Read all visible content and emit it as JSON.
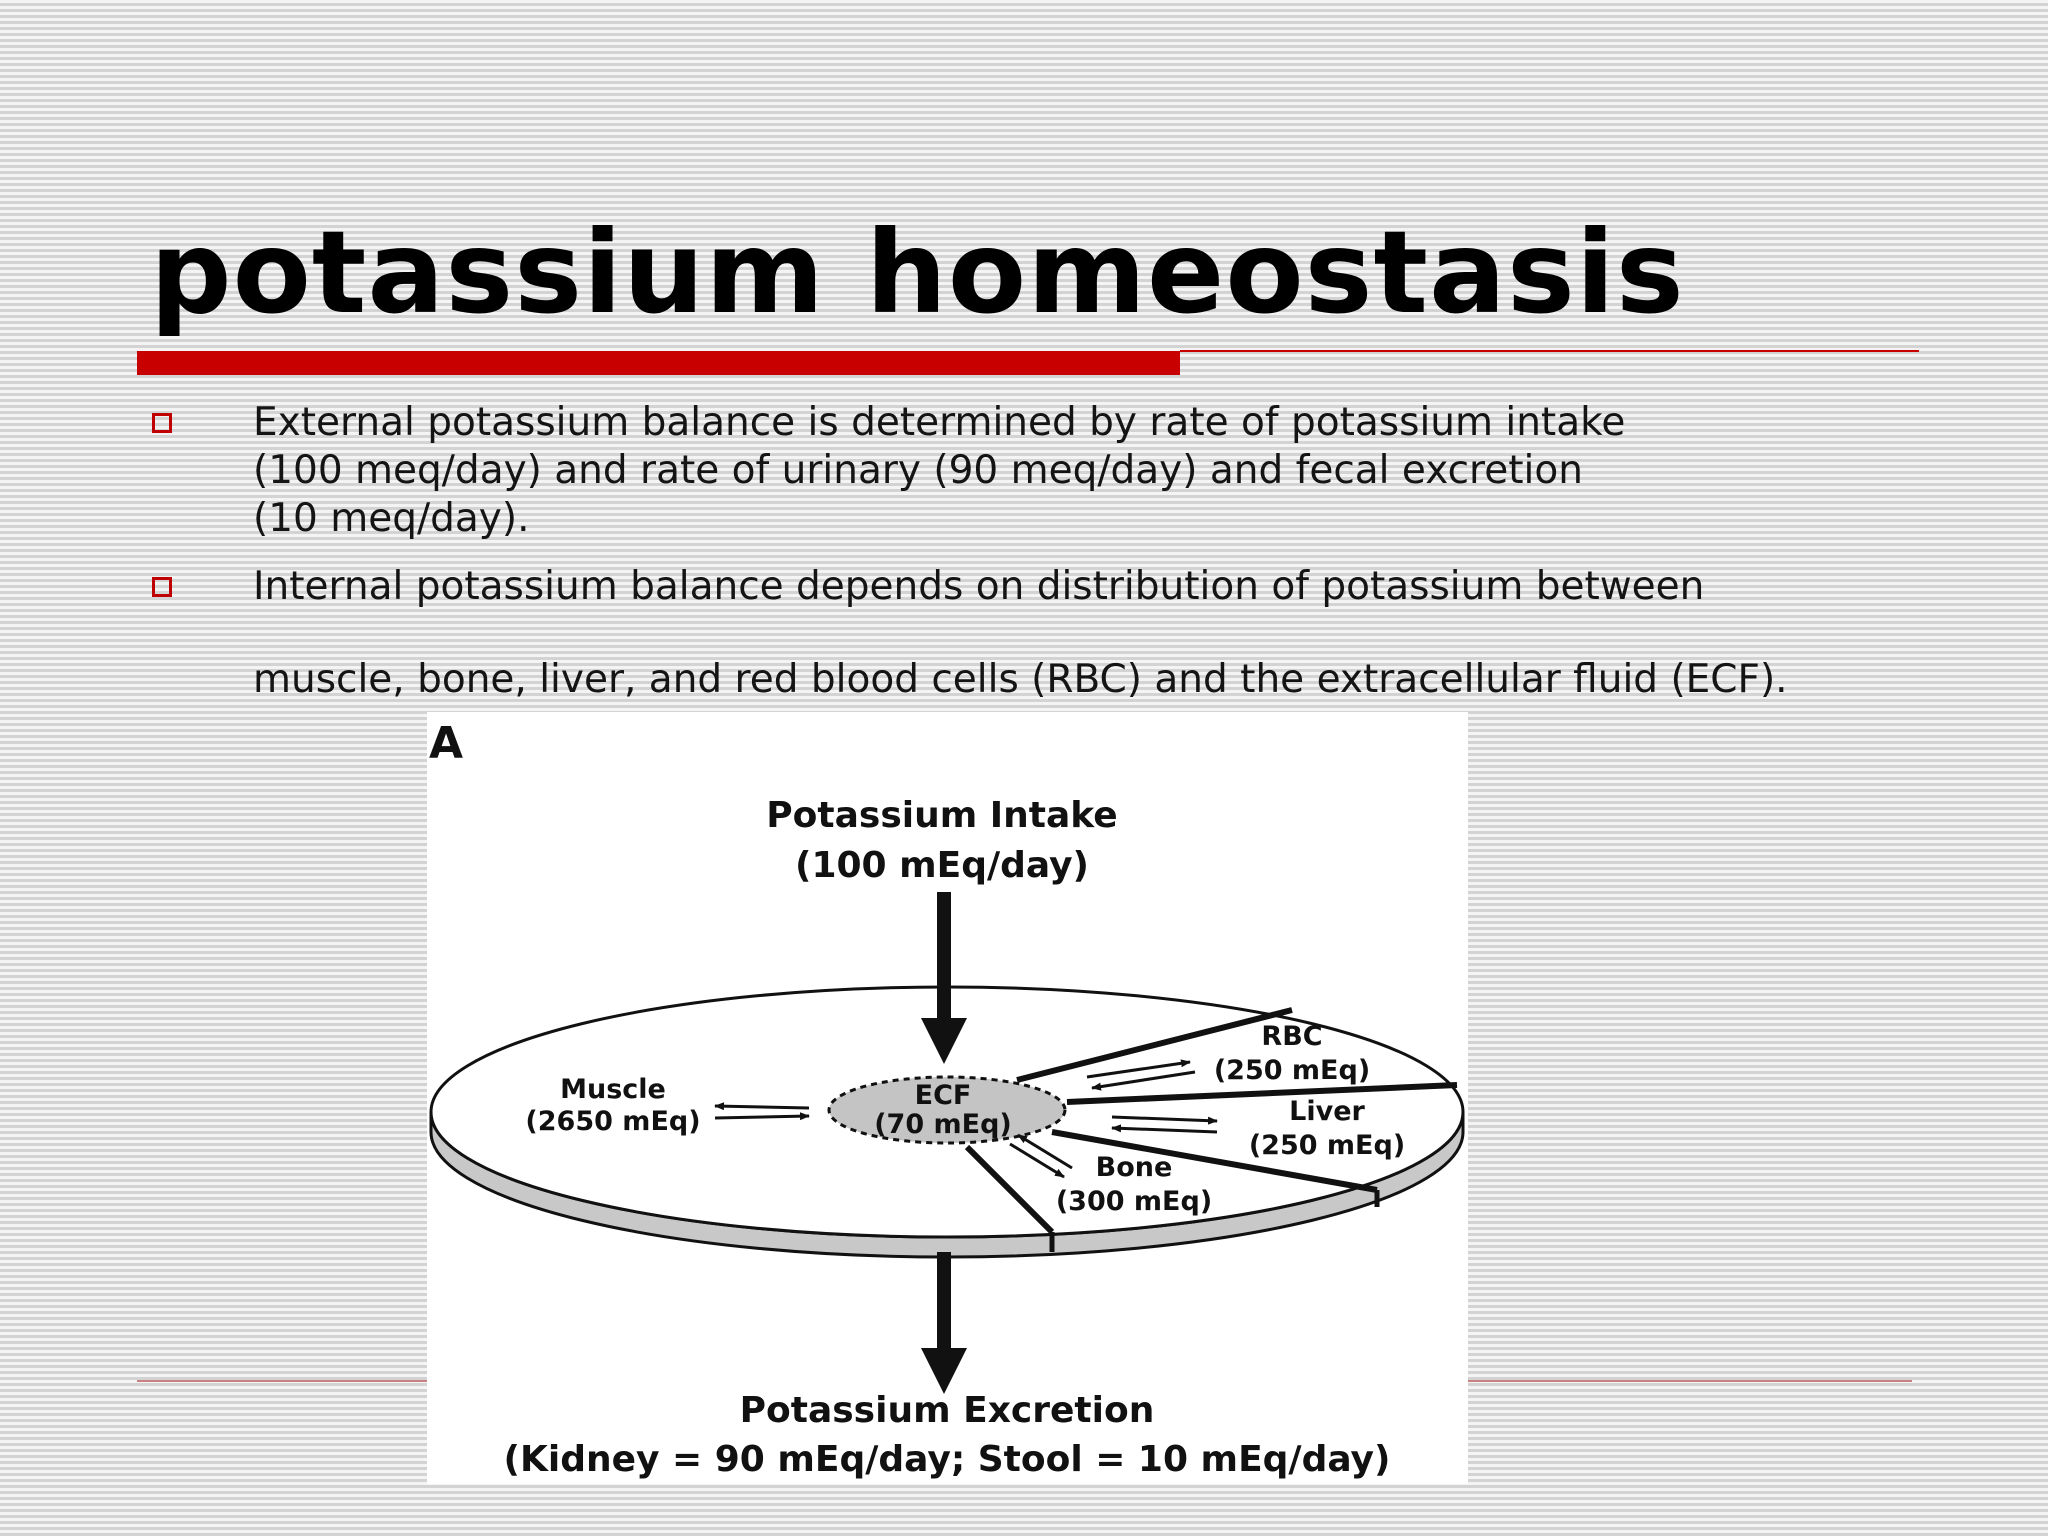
{
  "slide": {
    "title": "potassium homeostasis",
    "bullets": [
      {
        "lines": [
          "External potassium balance is determined by rate of potassium intake",
          "(100 meq/day) and rate of urinary (90 meq/day) and fecal excretion",
          "(10 meq/day)."
        ]
      },
      {
        "lines": [
          "Internal potassium balance depends on distribution of potassium between",
          "muscle, bone, liver, and red blood cells (RBC) and the extracellular fluid (ECF)."
        ]
      }
    ]
  },
  "figure": {
    "panel_letter": "A",
    "intake": {
      "label": "Potassium Intake",
      "value": "(100 mEq/day)"
    },
    "excretion": {
      "label": "Potassium Excretion",
      "value": "(Kidney = 90 mEq/day; Stool = 10 mEq/day)"
    },
    "ecf": {
      "label": "ECF",
      "value": "(70 mEq)"
    },
    "compartments": [
      {
        "label": "Muscle",
        "value": "(2650 mEq)"
      },
      {
        "label": "RBC",
        "value": "(250 mEq)"
      },
      {
        "label": "Liver",
        "value": "(250 mEq)"
      },
      {
        "label": "Bone",
        "value": "(300 mEq)"
      }
    ]
  },
  "colors": {
    "accent": "#c80000",
    "disk_edge": "#c8c8c8",
    "ecf_fill": "#c4c4c4"
  }
}
